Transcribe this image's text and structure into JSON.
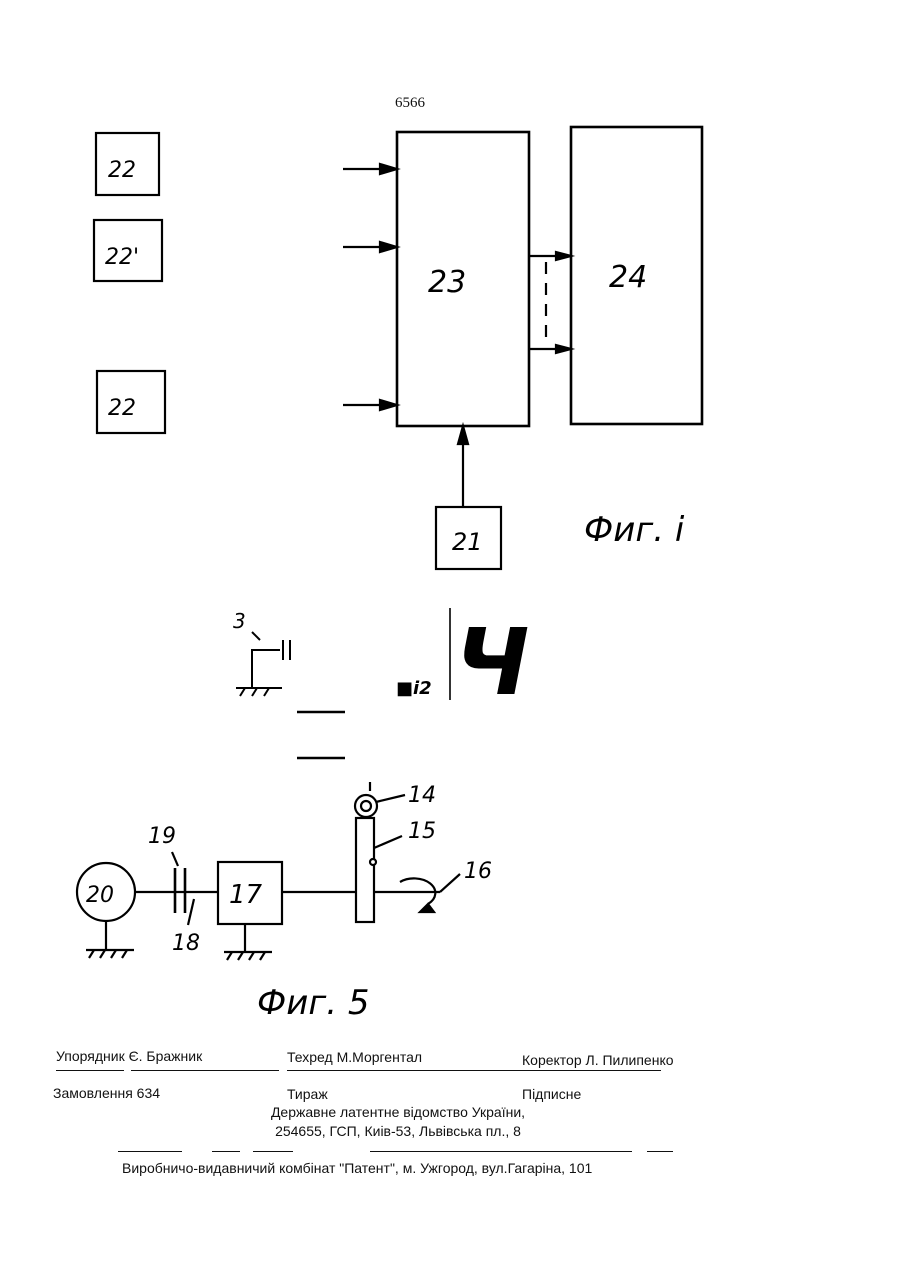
{
  "page_number": "6566",
  "figure1": {
    "caption": "Фиг. i",
    "blocks": {
      "b22a": "22",
      "b22b": "22'",
      "b22c": "22",
      "b23": "23",
      "b24": "24",
      "b21": "21"
    }
  },
  "fragment": {
    "label3": "3",
    "label_i2": "■i2",
    "glyph": "Ч"
  },
  "figure5": {
    "caption": "Фиг. 5",
    "labels": {
      "l20": "20",
      "l19": "19",
      "l17": "17",
      "l18": "18",
      "l14": "14",
      "l15": "15",
      "l16": "16"
    }
  },
  "footer": {
    "compiler": "Упорядник Є. Бражник",
    "techred": "Техред М.Моргентал",
    "corrector": "Коректор   Л. Пилипенко",
    "order": "Замовлення 634",
    "circulation": "Тираж",
    "subscription": "Підписне",
    "office_line1": "Державне латентне відомство України,",
    "office_line2": "254655, ГСП, Киів-53, Львівська пл., 8",
    "printer": "Виробничо-видавничий комбінат   \"Патент\", м. Ужгород, вул.Гагаріна, 101"
  }
}
